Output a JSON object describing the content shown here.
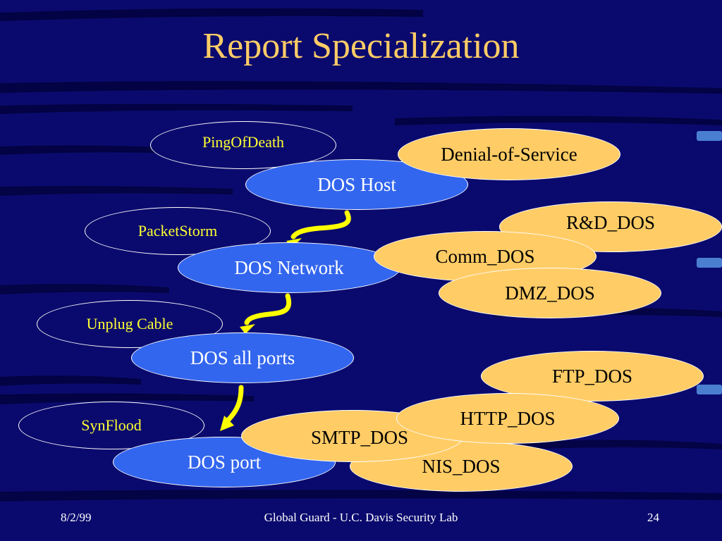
{
  "slide": {
    "title": "Report Specialization",
    "footer": {
      "date": "8/2/99",
      "center": "Global Guard - U.C. Davis Security Lab",
      "page": "24"
    }
  },
  "colors": {
    "background": "#0a0a6e",
    "title": "#ffcc66",
    "attack_text": "#ffff33",
    "report_fill": "#3366ee",
    "spec_fill": "#ffcc66",
    "arrow": "#ffff00"
  },
  "attacks": [
    {
      "id": "pingofdeath",
      "label": "PingOfDeath"
    },
    {
      "id": "packetstorm",
      "label": "PacketStorm"
    },
    {
      "id": "unplug-cable",
      "label": "Unplug Cable"
    },
    {
      "id": "synflood",
      "label": "SynFlood"
    }
  ],
  "reports": [
    {
      "id": "dos-host",
      "label": "DOS Host"
    },
    {
      "id": "dos-network",
      "label": "DOS Network"
    },
    {
      "id": "dos-all-ports",
      "label": "DOS all ports"
    },
    {
      "id": "dos-port",
      "label": "DOS port"
    }
  ],
  "specializations": [
    {
      "id": "denial-of-service",
      "label": "Denial-of-Service"
    },
    {
      "id": "rnd-dos",
      "label": "R&D_DOS"
    },
    {
      "id": "comm-dos",
      "label": "Comm_DOS"
    },
    {
      "id": "dmz-dos",
      "label": "DMZ_DOS"
    },
    {
      "id": "ftp-dos",
      "label": "FTP_DOS"
    },
    {
      "id": "nis-dos",
      "label": "NIS_DOS"
    },
    {
      "id": "smtp-dos",
      "label": "SMTP_DOS"
    },
    {
      "id": "http-dos",
      "label": "HTTP_DOS"
    }
  ]
}
